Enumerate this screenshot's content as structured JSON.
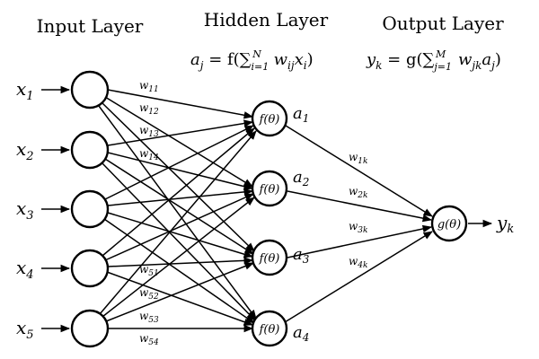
{
  "titles": {
    "input": "Input Layer",
    "hidden": "Hidden Layer",
    "output": "Output Layer"
  },
  "formulas": {
    "hidden": {
      "lhs": "a",
      "lhs_sub": "j",
      "eq": " = f(∑",
      "sum_sub": "i=1",
      "sum_sup": "N",
      "term": " w",
      "term_sub": "ij",
      "term2": "x",
      "term2_sub": "i",
      "close": ")"
    },
    "output": {
      "lhs": "y",
      "lhs_sub": "k",
      "eq": " = g(∑",
      "sum_sub": "j=1",
      "sum_sup": "M",
      "term": " w",
      "term_sub": "jk",
      "term2": "a",
      "term2_sub": "j",
      "close": ")"
    }
  },
  "inputs": [
    {
      "sym": "x",
      "sub": "1"
    },
    {
      "sym": "x",
      "sub": "2"
    },
    {
      "sym": "x",
      "sub": "3"
    },
    {
      "sym": "x",
      "sub": "4"
    },
    {
      "sym": "x",
      "sub": "5"
    }
  ],
  "hidden_nodes": [
    {
      "func": "f(θ)",
      "sym": "a",
      "sub": "1"
    },
    {
      "func": "f(θ)",
      "sym": "a",
      "sub": "2"
    },
    {
      "func": "f(θ)",
      "sym": "a",
      "sub": "3"
    },
    {
      "func": "f(θ)",
      "sym": "a",
      "sub": "4"
    }
  ],
  "output_node": {
    "func": "g(θ)",
    "sym": "y",
    "sub": "k"
  },
  "input_weight_labels": [
    {
      "sym": "w",
      "sub": "11"
    },
    {
      "sym": "w",
      "sub": "12"
    },
    {
      "sym": "w",
      "sub": "13"
    },
    {
      "sym": "w",
      "sub": "14"
    },
    {
      "sym": "w",
      "sub": "51"
    },
    {
      "sym": "w",
      "sub": "52"
    },
    {
      "sym": "w",
      "sub": "53"
    },
    {
      "sym": "w",
      "sub": "54"
    }
  ],
  "output_weight_labels": [
    {
      "sym": "w",
      "sub": "1k"
    },
    {
      "sym": "w",
      "sub": "2k"
    },
    {
      "sym": "w",
      "sub": "3k"
    },
    {
      "sym": "w",
      "sub": "4k"
    }
  ]
}
